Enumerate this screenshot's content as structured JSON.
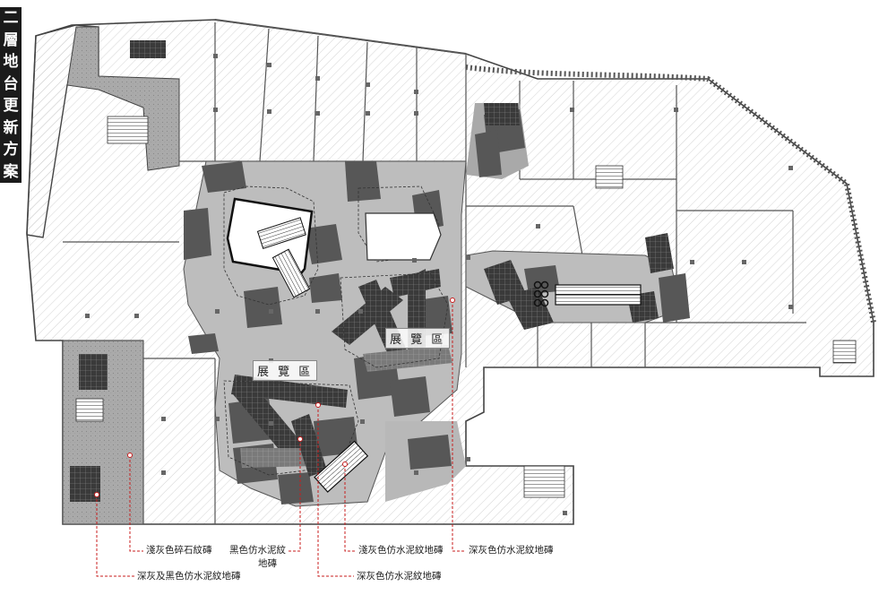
{
  "title": {
    "chars": [
      "二",
      "層",
      "地",
      "台",
      "更",
      "新",
      "方",
      "案"
    ]
  },
  "zones": {
    "label_1": "展 覽 區",
    "label_2": "展 覽 區"
  },
  "legend": {
    "item_1": "淺灰色碎石紋磚",
    "item_2": "黑色仿水泥紋",
    "item_2b": "地磚",
    "item_3": "淺灰色仿水泥紋地磚",
    "item_4": "深灰色仿水泥紋地磚",
    "item_5": "深灰及黑色仿水泥紋地磚",
    "item_6": "深灰色仿水泥紋地磚"
  },
  "colors": {
    "leader": "#c81e1e",
    "floor": "#bdbdbd",
    "dark_tile": "#575757",
    "black_tile": "#2d2d2d",
    "wall": "#444444"
  }
}
